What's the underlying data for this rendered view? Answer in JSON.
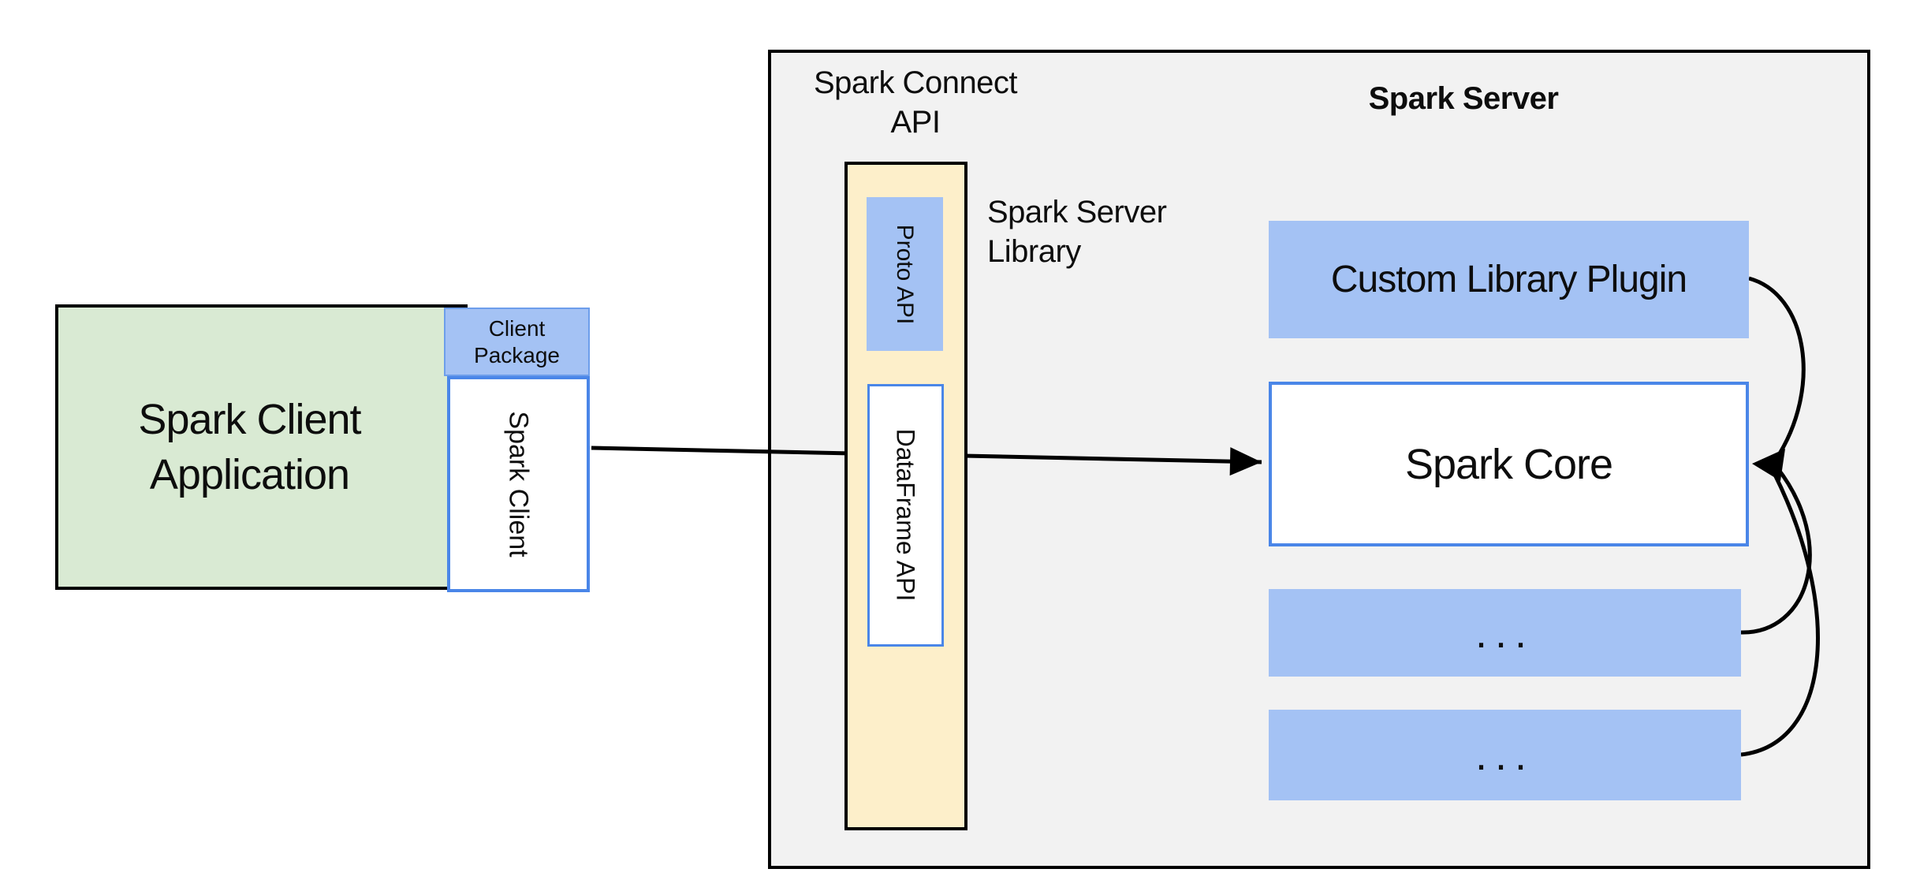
{
  "diagram": {
    "client": {
      "app_label": "Spark Client\nApplication",
      "package_label": "Client\nPackage",
      "spark_client_label": "Spark Client"
    },
    "connect": {
      "api_label": "Spark Connect\nAPI",
      "proto_label": "Proto API",
      "dataframe_label": "DataFrame API",
      "library_label": "Spark Server\nLibrary"
    },
    "server": {
      "title": "Spark Server",
      "plugin_label": "Custom Library Plugin",
      "core_label": "Spark Core",
      "slot1_label": "...",
      "slot2_label": "..."
    },
    "colors": {
      "green": "#d9ead3",
      "blue": "#a4c2f4",
      "blue_border": "#4a86e8",
      "package_border": "#6d9eeb",
      "cream": "#fdefca",
      "gray": "#f2f2f2",
      "line": "#000000",
      "background": "#ffffff",
      "text": "#0d0d0d"
    }
  }
}
